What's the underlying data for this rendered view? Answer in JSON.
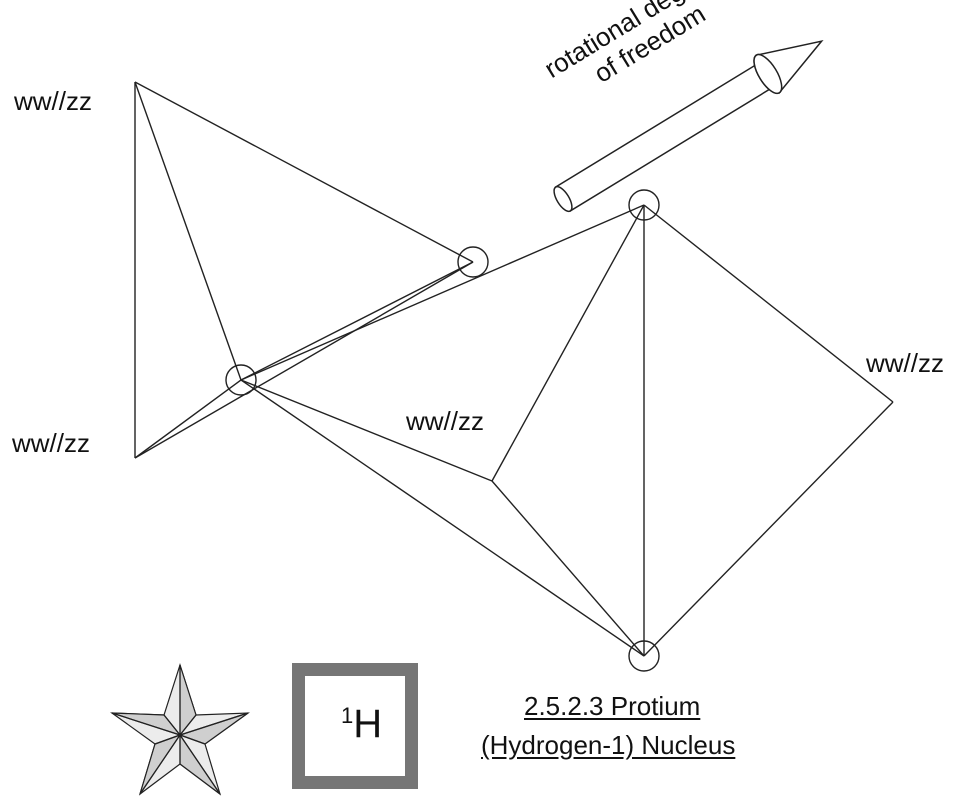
{
  "labels": {
    "vertex_top_left": "ww//zz",
    "vertex_bottom_left": "ww//zz",
    "vertex_center": "ww//zz",
    "vertex_right": "ww//zz"
  },
  "arrow": {
    "label_line1": "rotational degree",
    "label_line2": "of freedom"
  },
  "element": {
    "mass_number": "1",
    "symbol": "H"
  },
  "caption": {
    "line1": "2.5.2.3 Protium",
    "line2": "(Hydrogen-1) Nucleus"
  },
  "icons": [
    "star-icon",
    "element-box-icon",
    "arrow-icon"
  ]
}
